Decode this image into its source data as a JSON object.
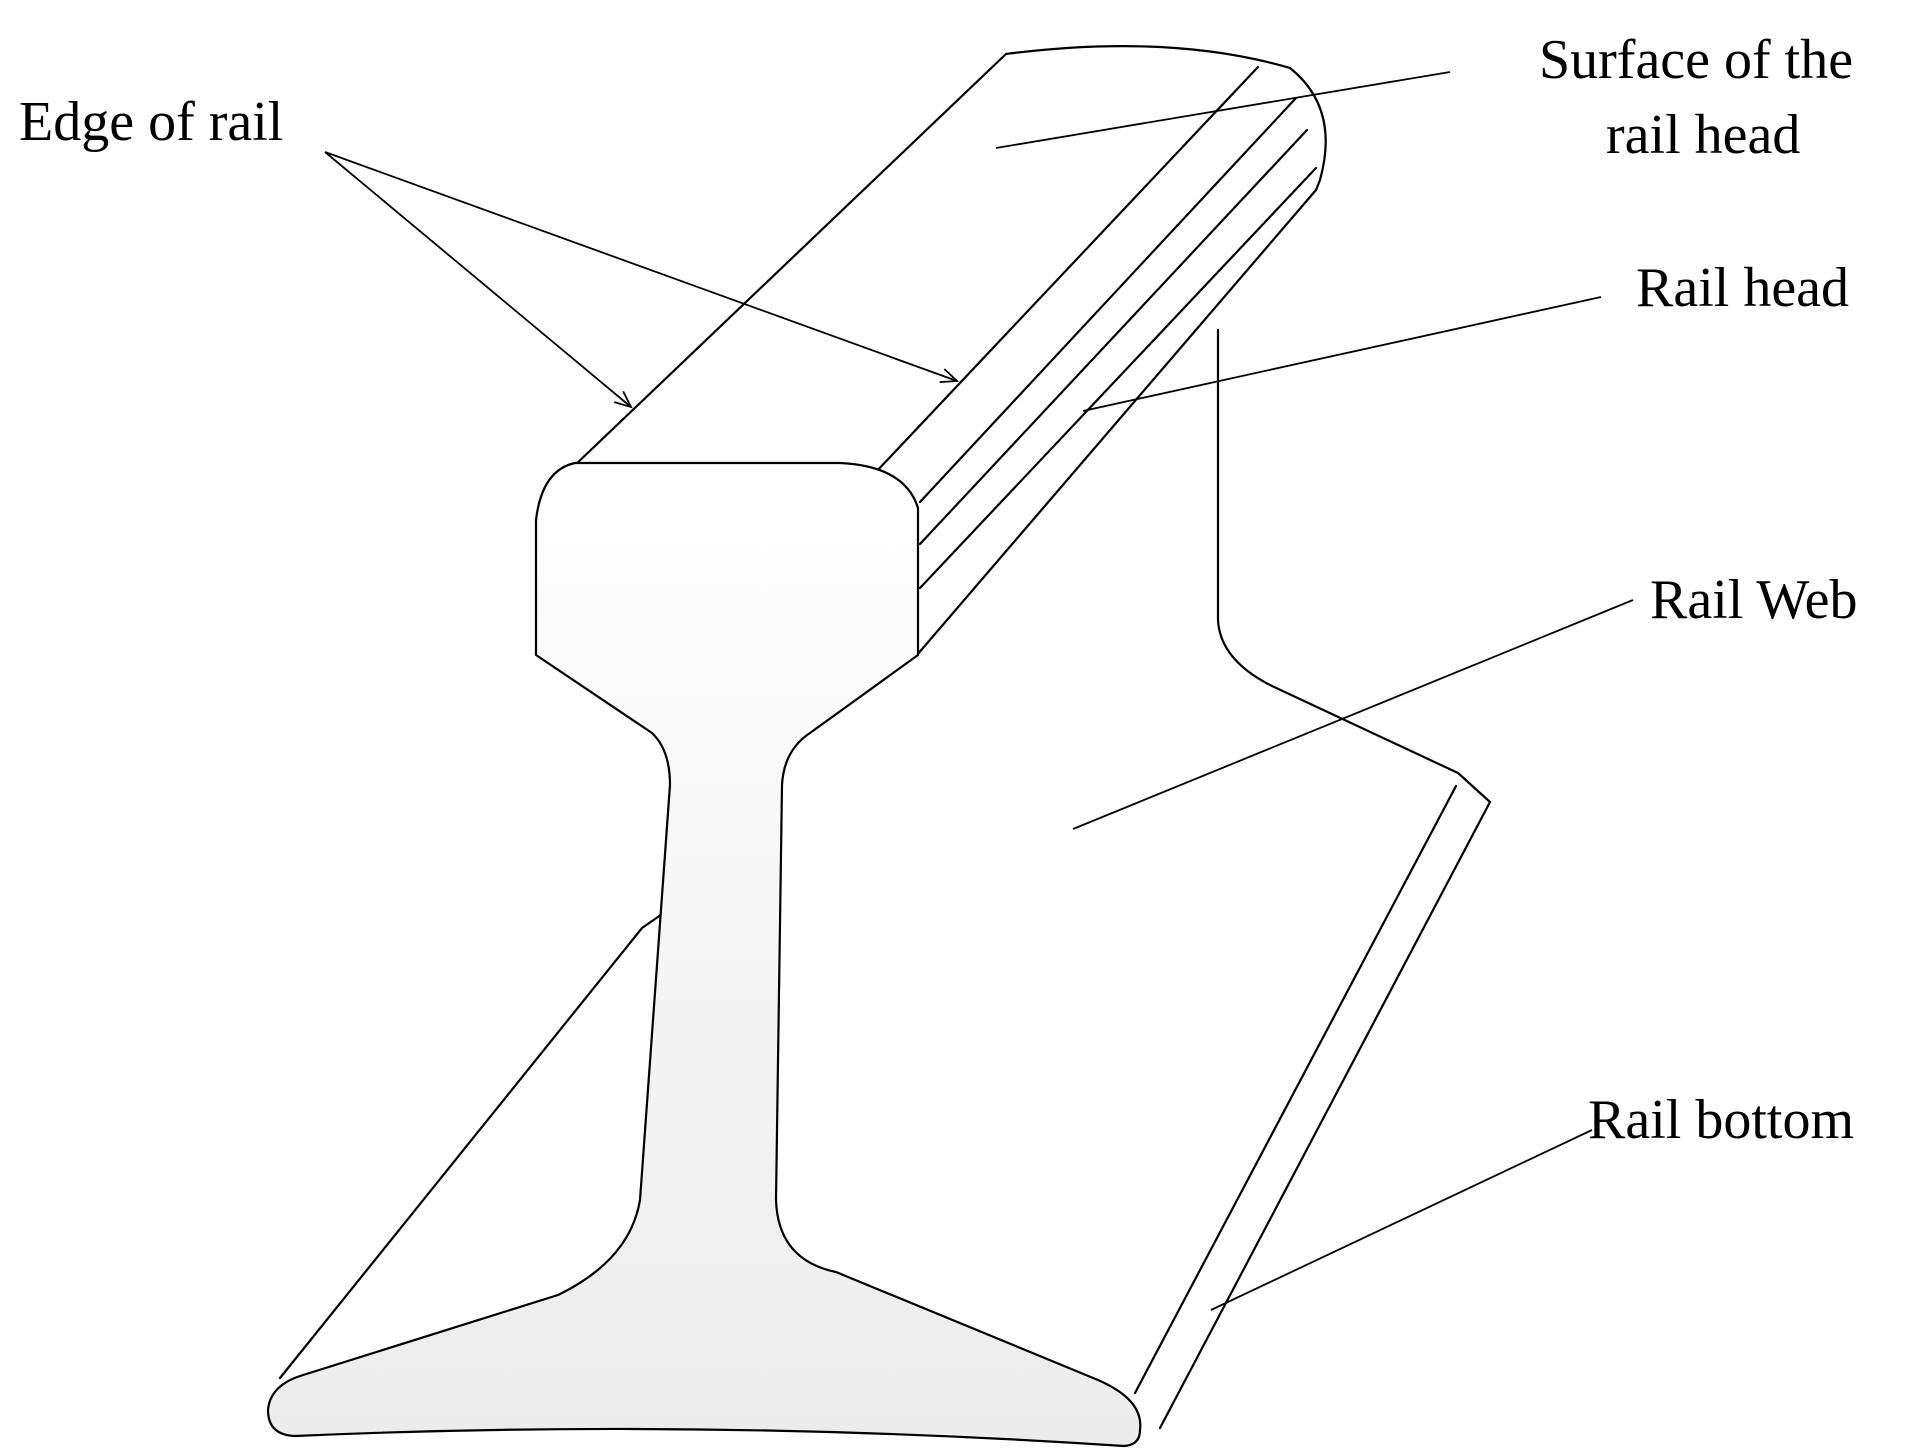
{
  "labels": {
    "edge_of_rail": "Edge of rail",
    "surface_line1": "Surface of the",
    "surface_line2": "rail head",
    "rail_head": "Rail head",
    "rail_web": "Rail Web",
    "rail_bottom": "Rail bottom"
  },
  "colors": {
    "line": "#000000",
    "cross_section_fill_top": "#ffffff",
    "cross_section_fill_bottom": "#ececec",
    "background": "#ffffff"
  }
}
